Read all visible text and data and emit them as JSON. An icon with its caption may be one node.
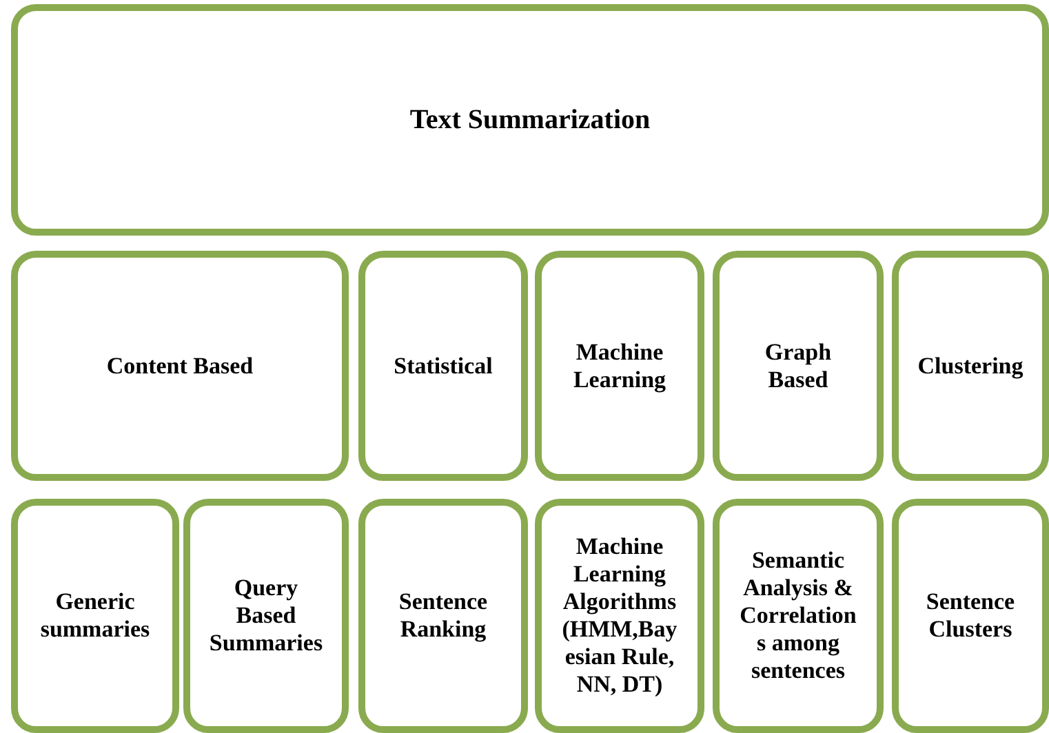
{
  "diagram": {
    "nodes": [
      {
        "text": [
          "Text Summarization"
        ]
      },
      {
        "text": [
          "Content Based"
        ]
      },
      {
        "text": [
          "Statistical"
        ]
      },
      {
        "text": [
          "Machine Learning"
        ]
      },
      {
        "text": [
          "Graph Based"
        ]
      },
      {
        "text": [
          "Clustering"
        ]
      },
      {
        "text": [
          "Generic summaries"
        ]
      },
      {
        "text": [
          "Query Based Summaries"
        ]
      },
      {
        "text": [
          "Sentence Ranking"
        ]
      },
      {
        "text": [
          "Machine Learning Algorithms (HMM,Bayesian Rule, NN, DT)"
        ]
      },
      {
        "text": [
          "Semantic Analysis & Correlations among sentences"
        ]
      },
      {
        "text": [
          "Sentence Clusters"
        ]
      }
    ]
  }
}
